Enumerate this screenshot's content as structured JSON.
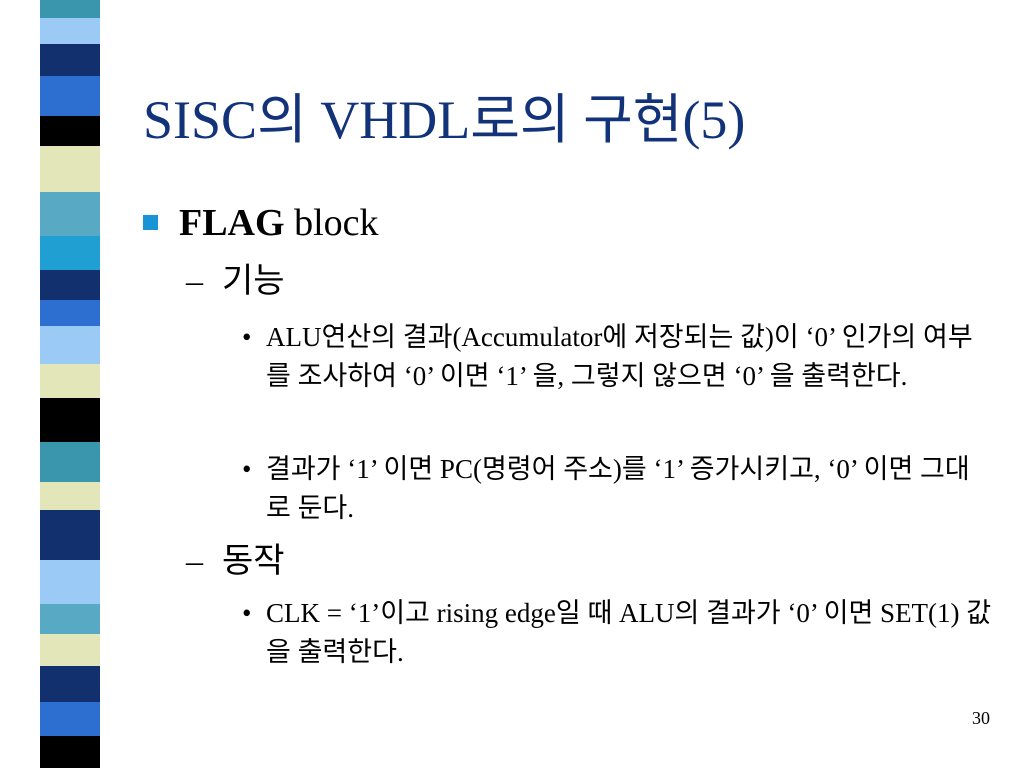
{
  "title": "SISC의 VHDL로의 구현(5)",
  "bullets": {
    "flag": {
      "bold_label": "FLAG",
      "rest_label": " block"
    },
    "function": {
      "label": "기능",
      "items": [
        "ALU연산의 결과(Accumulator에 저장되는 값)이 ‘0’ 인가의 여부를 조사하여 ‘0’ 이면 ‘1’ 을, 그렇지 않으면 ‘0’ 을 출력한다.",
        "결과가 ‘1’ 이면 PC(명령어 주소)를 ‘1’ 증가시키고, ‘0’ 이면 그대로 둔다."
      ]
    },
    "operation": {
      "label": "동작",
      "items": [
        "CLK = ‘1’이고 rising edge일 때 ALU의 결과가 ‘0’ 이면 SET(1) 값을 출력한다."
      ]
    }
  },
  "markers": {
    "level2_dash": "–",
    "level3_dot": "•"
  },
  "slide_number": "30",
  "colors": {
    "title": "#12337a",
    "bullet_square": "#1793d6",
    "stripe": [
      "#3a96ad",
      "#12306e",
      "#2d6fd0",
      "#000000",
      "#e3e6b8",
      "#9ccaf6",
      "#1f9fd2",
      "#58a9c4"
    ]
  }
}
